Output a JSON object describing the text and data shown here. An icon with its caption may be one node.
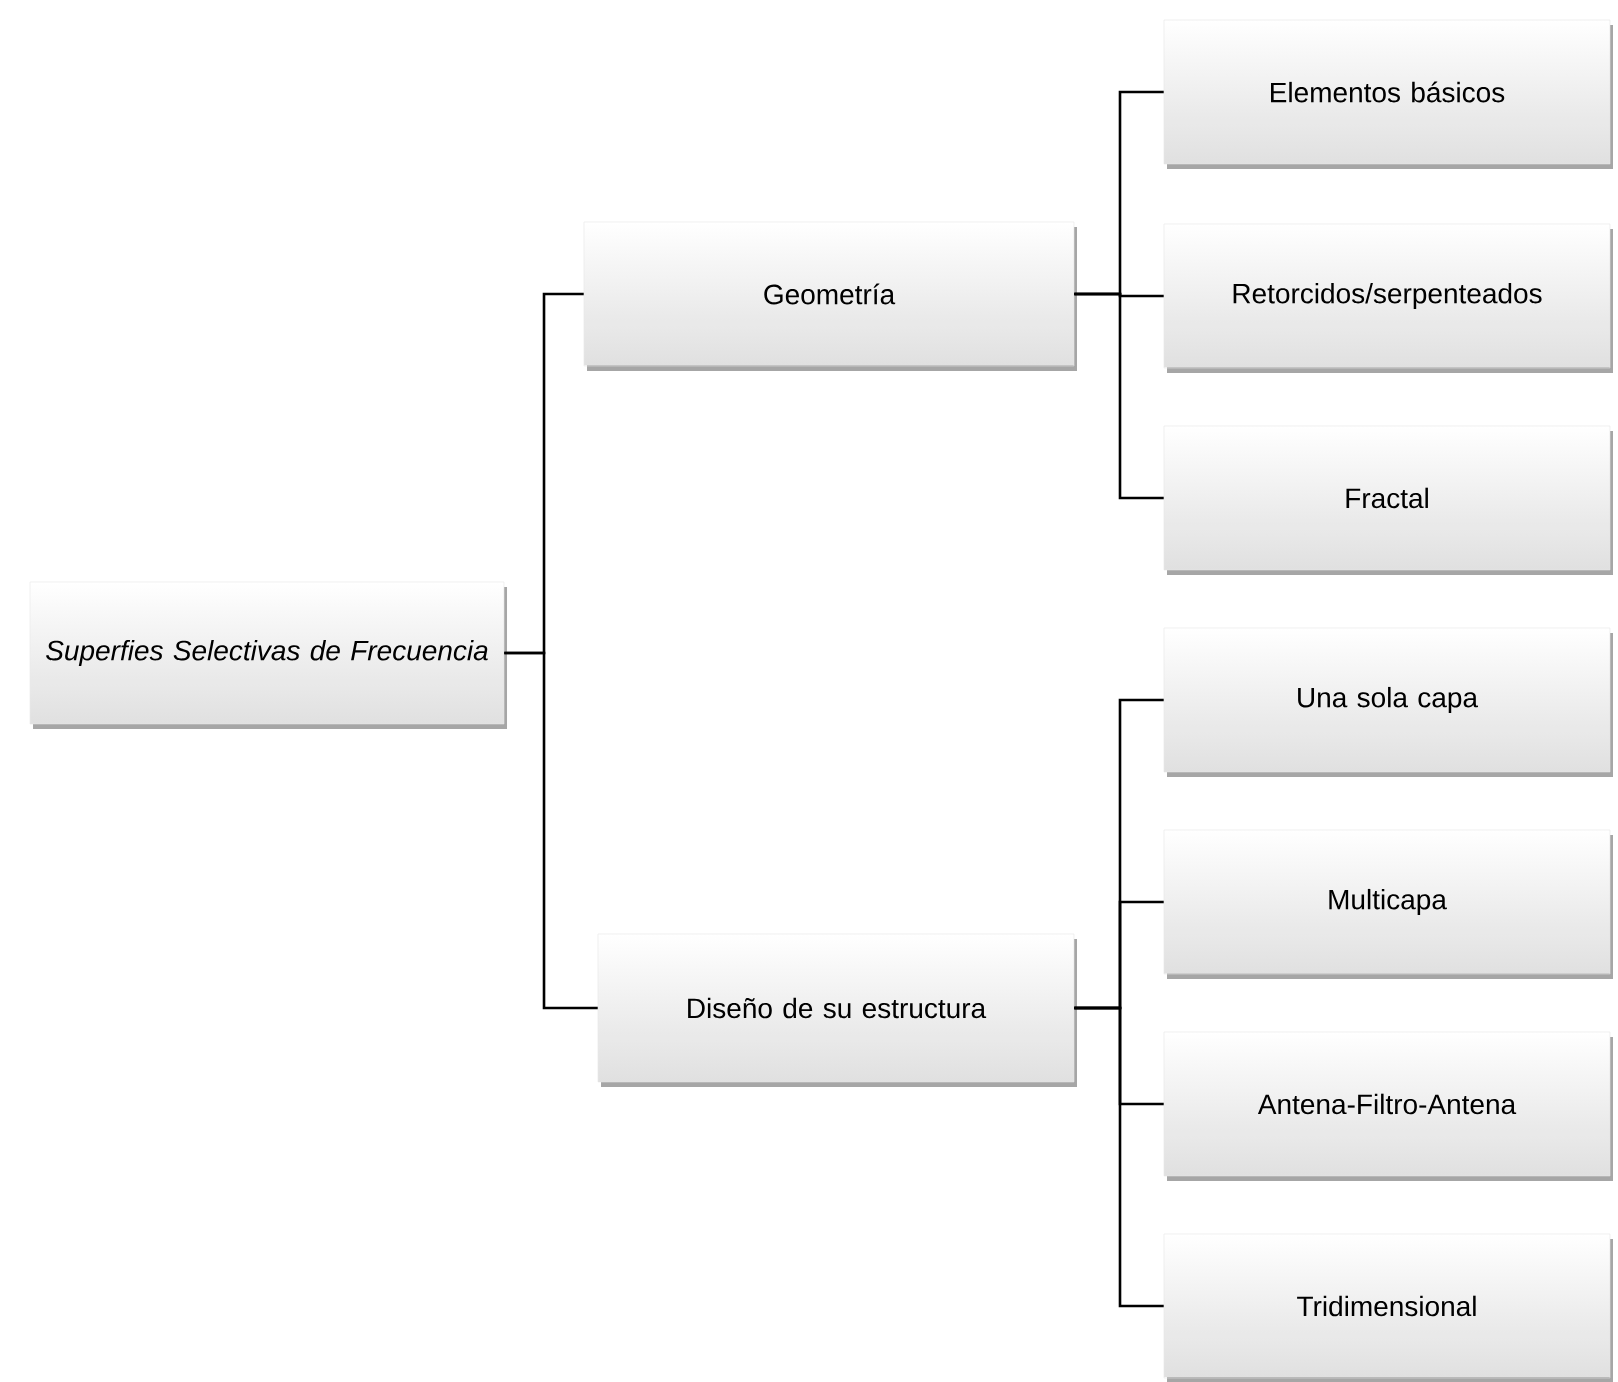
{
  "diagram": {
    "nodes": [
      {
        "text": [
          "Superfies Selectivas de Frecuencia"
        ]
      },
      {
        "text": [
          "Geometría"
        ]
      },
      {
        "text": [
          "Diseño de su estructura"
        ]
      },
      {
        "text": [
          "Elementos básicos"
        ]
      },
      {
        "text": [
          "Retorcidos/serpenteados"
        ]
      },
      {
        "text": [
          "Fractal"
        ]
      },
      {
        "text": [
          "Una sola capa"
        ]
      },
      {
        "text": [
          "Multicapa"
        ]
      },
      {
        "text": [
          "Antena-Filtro-Antena"
        ]
      },
      {
        "text": [
          "Tridimensional"
        ]
      }
    ],
    "edges": [
      {
        "from": 0,
        "to": 1,
        "arrow": "none"
      },
      {
        "from": 0,
        "to": 2,
        "arrow": "none"
      },
      {
        "from": 1,
        "to": 3,
        "arrow": "none"
      },
      {
        "from": 1,
        "to": 4,
        "arrow": "none"
      },
      {
        "from": 1,
        "to": 5,
        "arrow": "none"
      },
      {
        "from": 2,
        "to": 6,
        "arrow": "none"
      },
      {
        "from": 2,
        "to": 7,
        "arrow": "none"
      },
      {
        "from": 2,
        "to": 8,
        "arrow": "none"
      },
      {
        "from": 2,
        "to": 9,
        "arrow": "none"
      }
    ]
  }
}
